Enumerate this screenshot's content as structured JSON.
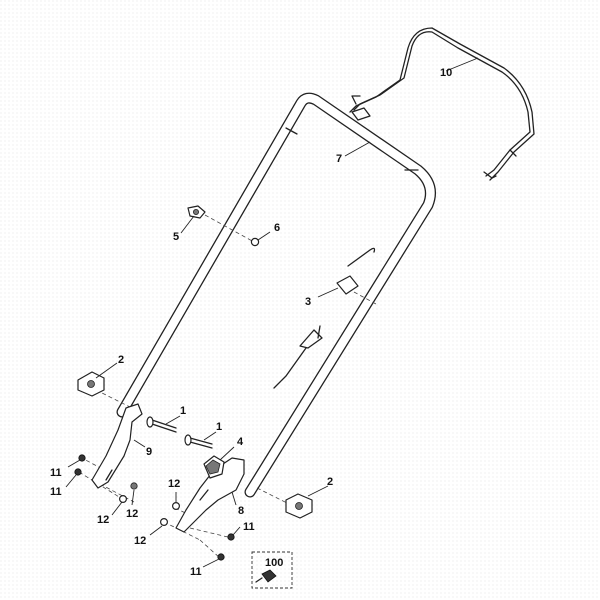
{
  "diagram": {
    "callouts": {
      "c1a": "1",
      "c1b": "1",
      "c2a": "2",
      "c2b": "2",
      "c3": "3",
      "c4": "4",
      "c5": "5",
      "c6": "6",
      "c7": "7",
      "c8": "8",
      "c9": "9",
      "c10": "10",
      "c11a": "11",
      "c11b": "11",
      "c11c": "11",
      "c11d": "11",
      "c12a": "12",
      "c12b": "12",
      "c12c": "12",
      "c12d": "12",
      "c100": "100"
    }
  }
}
